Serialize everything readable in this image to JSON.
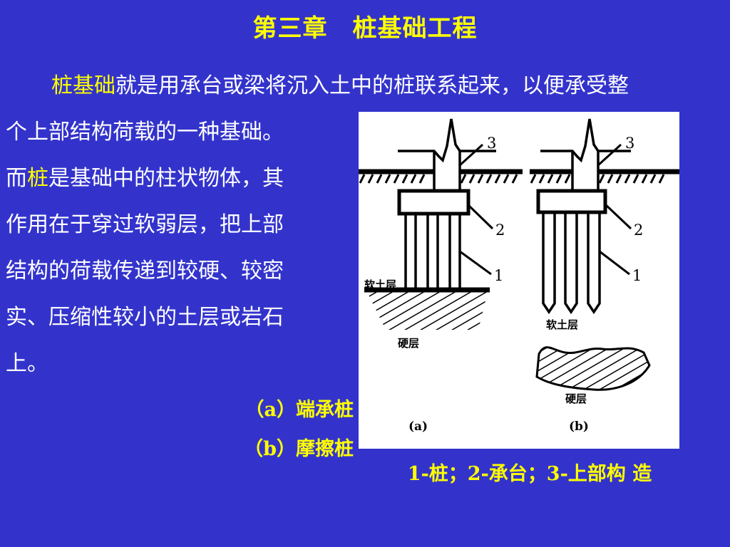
{
  "slide": {
    "background_color": "#3333CC",
    "title": "第三章　桩基础工程",
    "title_color": "#FFFF00",
    "body_color": "#FFFFFF",
    "highlight_color": "#FFFF00"
  },
  "body": {
    "line1_hl": "桩基础",
    "line1_rest": "就是用承台或梁将沉入土中的桩联系起来，以便承受整",
    "line2": "个上部结构荷载的一种基础。",
    "line3_pre": "而",
    "line3_hl": "桩",
    "line3_rest": "是基础中的柱状物体，其",
    "line4": "作用在于穿过软弱层，把上部",
    "line5": "结构的荷载传递到较硬、较密",
    "line6": "实、压缩性较小的土层或岩石",
    "line7": "上。"
  },
  "captions": {
    "a": "（a）端承桩",
    "b": "（b）摩擦桩"
  },
  "legend": {
    "line1": "1-桩；2-承台；3-上部构",
    "line2": "造"
  },
  "figure": {
    "panel_bg": "#FFFFFF",
    "stroke": "#000000",
    "diagram_a": {
      "sub_label": "(a)",
      "soft_layer_label": "软土层",
      "hard_layer_label": "硬层",
      "callout_superstructure": "3",
      "callout_cap": "2",
      "callout_pile": "1",
      "pile_count": 3,
      "pile_tip": "flat-on-hard-layer"
    },
    "diagram_b": {
      "sub_label": "(b)",
      "soft_layer_label": "软土层",
      "hard_layer_label": "硬层",
      "callout_superstructure": "3",
      "callout_cap": "2",
      "callout_pile": "1",
      "pile_count": 3,
      "pile_tip": "pointed-in-soft-layer"
    }
  }
}
